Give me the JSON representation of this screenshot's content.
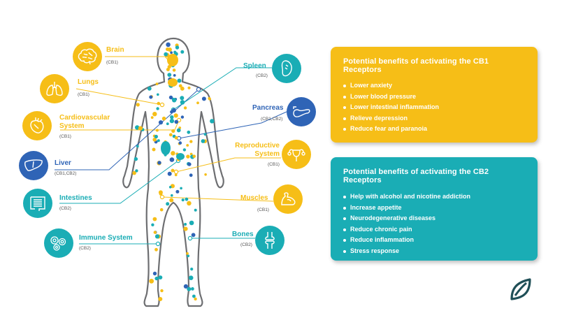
{
  "colors": {
    "yellow": "#F6BE17",
    "teal": "#1AADB5",
    "blue": "#2F64B6",
    "outline": "#6d6e71",
    "dark_green": "#1f4f57"
  },
  "organs": [
    {
      "id": "brain",
      "name": "Brain",
      "receptors": "(CB1)",
      "color": "#F6BE17",
      "icon": "brain-icon"
    },
    {
      "id": "lungs",
      "name": "Lungs",
      "receptors": "(CB1)",
      "color": "#F6BE17",
      "icon": "lungs-icon"
    },
    {
      "id": "cardio",
      "name": "Cardiovascular\nSystem",
      "receptors": "(CB1)",
      "color": "#F6BE17",
      "icon": "heart-icon"
    },
    {
      "id": "liver",
      "name": "Liver",
      "receptors": "(CB1,CB2)",
      "color": "#2F64B6",
      "icon": "liver-icon"
    },
    {
      "id": "intestines",
      "name": "Intestines",
      "receptors": "(CB2)",
      "color": "#1AADB5",
      "icon": "intestines-icon"
    },
    {
      "id": "immune",
      "name": "Immune System",
      "receptors": "(CB2)",
      "color": "#1AADB5",
      "icon": "immune-cells-icon"
    },
    {
      "id": "spleen",
      "name": "Spleen",
      "receptors": "(CB2)",
      "color": "#1AADB5",
      "icon": "spleen-icon"
    },
    {
      "id": "pancreas",
      "name": "Pancreas",
      "receptors": "(CB1,CB2)",
      "color": "#2F64B6",
      "icon": "pancreas-icon"
    },
    {
      "id": "repro",
      "name": "Reproductive\nSystem",
      "receptors": "(CB1)",
      "color": "#F6BE17",
      "icon": "uterus-icon"
    },
    {
      "id": "muscles",
      "name": "Muscles",
      "receptors": "(CB1)",
      "color": "#F6BE17",
      "icon": "muscle-arm-icon"
    },
    {
      "id": "bones",
      "name": "Bones",
      "receptors": "(CB2)",
      "color": "#1AADB5",
      "icon": "bone-joint-icon"
    }
  ],
  "cb1_panel": {
    "title": "Potential benefits of activating the CB1 Receptors",
    "items": [
      "Lower anxiety",
      "Lower blood pressure",
      "Lower intestinal inflammation",
      "Relieve depression",
      "Reduce fear and paranoia"
    ]
  },
  "cb2_panel": {
    "title": "Potential benefits of activating the CB2 Receptors",
    "items": [
      "Help with alcohol and nicotine addiction",
      "Increase appetite",
      "Neurodegenerative diseases",
      "Reduce chronic pain",
      "Reduce inflammation",
      "Stress response"
    ]
  },
  "logo": {
    "icon": "leaf-logo-icon"
  }
}
